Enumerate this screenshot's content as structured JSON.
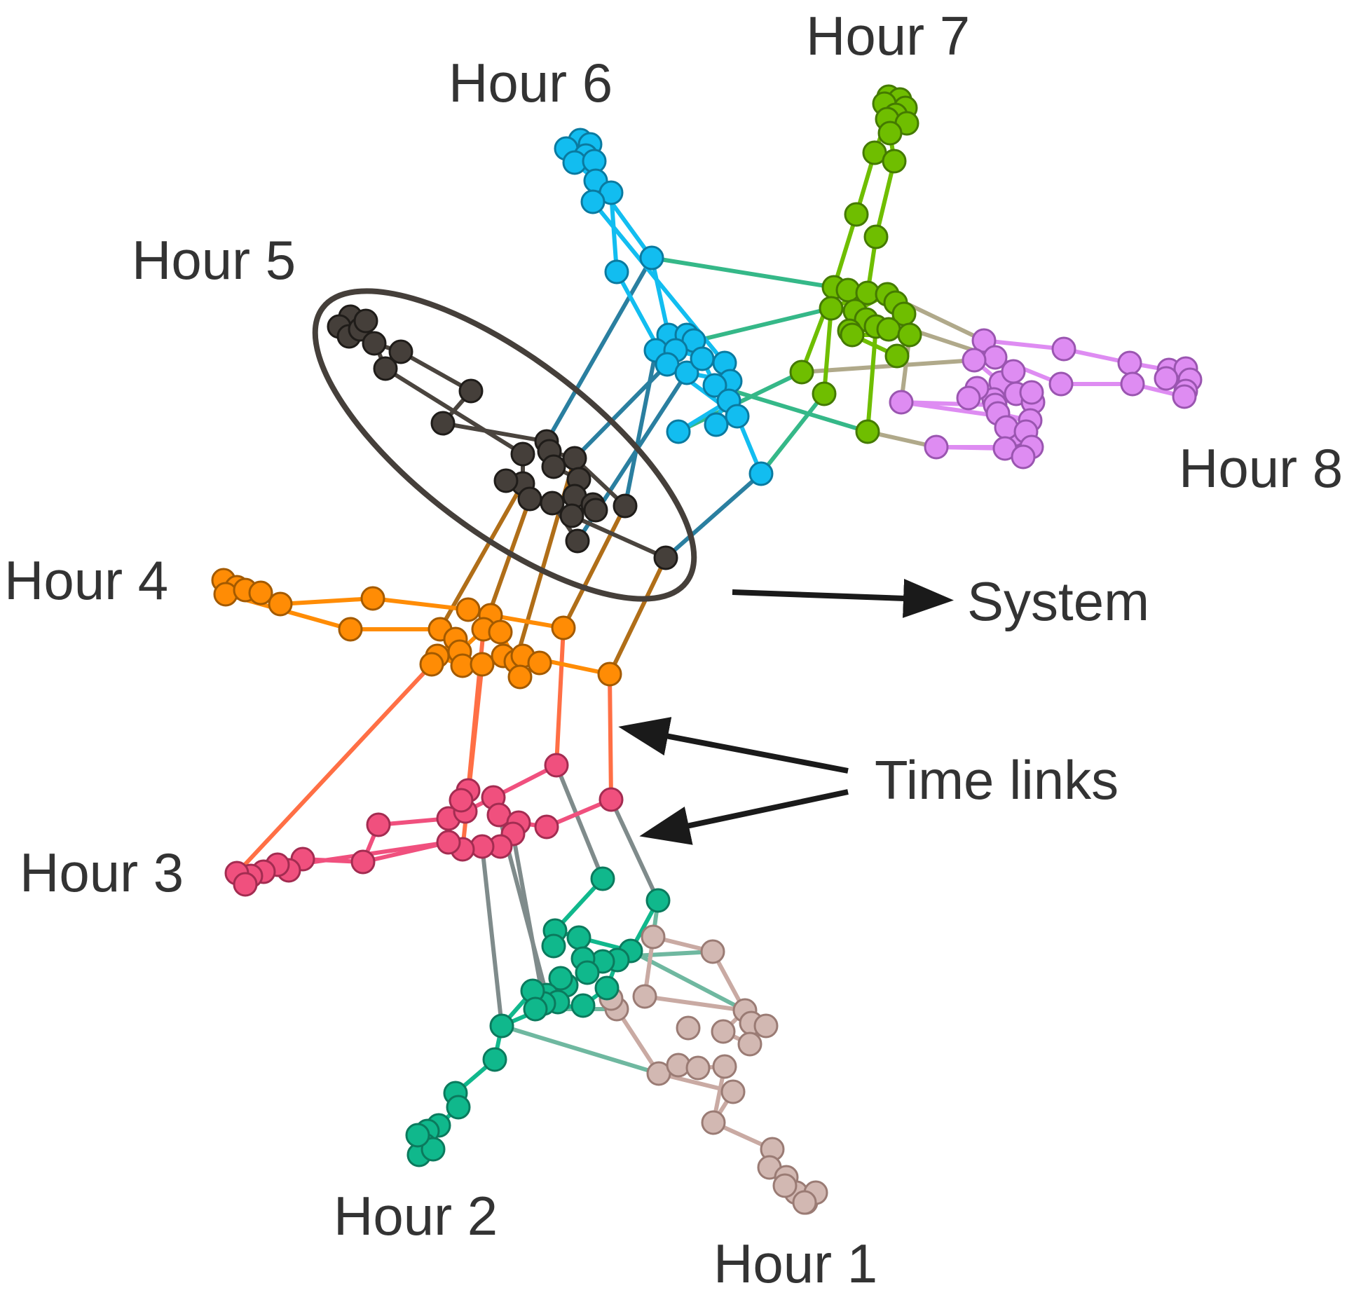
{
  "diagram": {
    "layers": [
      {
        "id": "h1",
        "label": "Hour 1",
        "color": "#d2b8b2",
        "stroke": "#9a7b74",
        "edge": "#c9aaa3"
      },
      {
        "id": "h2",
        "label": "Hour 2",
        "color": "#10b88c",
        "stroke": "#0b7a5d",
        "edge": "#10b88c"
      },
      {
        "id": "h3",
        "label": "Hour 3",
        "color": "#f0507e",
        "stroke": "#a32c51",
        "edge": "#f0507e"
      },
      {
        "id": "h4",
        "label": "Hour 4",
        "color": "#ff8c05",
        "stroke": "#a35a00",
        "edge": "#ff8c05"
      },
      {
        "id": "h5",
        "label": "Hour 5",
        "color": "#453f3a",
        "stroke": "#1f1c19",
        "edge": "#4a443e"
      },
      {
        "id": "h6",
        "label": "Hour 6",
        "color": "#12bdf0",
        "stroke": "#0a7aa0",
        "edge": "#12bdf0"
      },
      {
        "id": "h7",
        "label": "Hour 7",
        "color": "#6fbe00",
        "stroke": "#447a00",
        "edge": "#6fbe00"
      },
      {
        "id": "h8",
        "label": "Hour 8",
        "color": "#de8cf2",
        "stroke": "#9a55b0",
        "edge": "#de8cf2"
      }
    ],
    "annotations": {
      "system": "System",
      "time_links": "Time links"
    },
    "colors": {
      "text": "#333333",
      "arrow": "#1a1a1a",
      "ellipse": "#453f3a"
    }
  }
}
